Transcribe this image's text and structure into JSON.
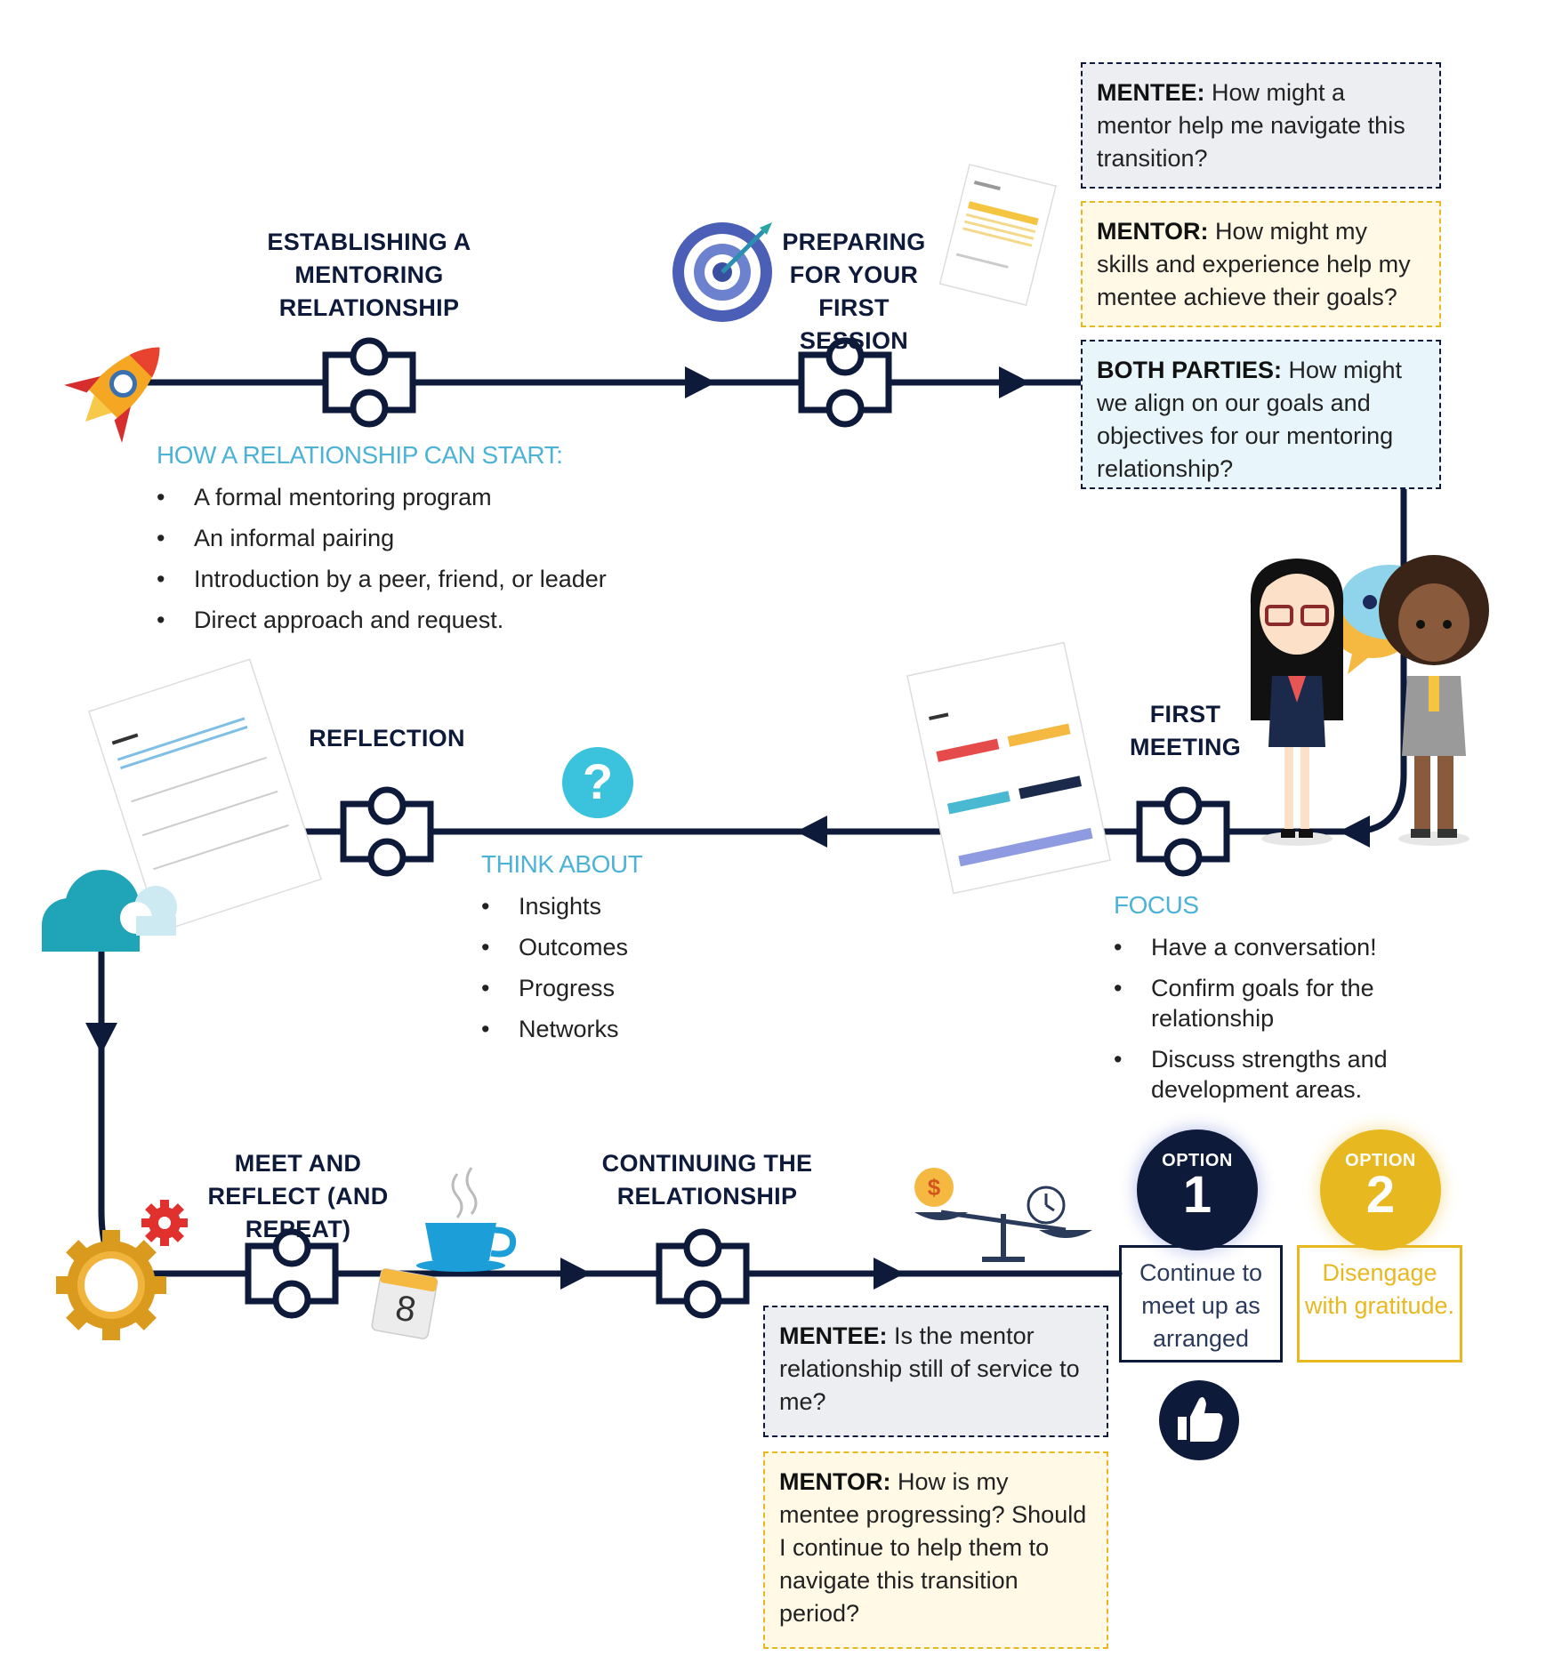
{
  "steps": {
    "establishing": "ESTABLISHING A MENTORING RELATIONSHIP",
    "preparing": "PREPARING FOR YOUR FIRST SESSION",
    "first_meeting": "FIRST MEETING",
    "reflection": "REFLECTION",
    "meet_reflect": "MEET AND REFLECT (AND REPEAT)",
    "continuing": "CONTINUING THE RELATIONSHIP"
  },
  "start_section": {
    "title": "HOW A RELATIONSHIP CAN START:",
    "items": [
      "A formal mentoring program",
      "An informal pairing",
      "Introduction by a peer, friend, or leader",
      "Direct approach and request."
    ]
  },
  "questions_top": {
    "mentee_label": "MENTEE:",
    "mentee_text": "How might a mentor help me  navigate this transition?",
    "mentor_label": "MENTOR:",
    "mentor_text": "How might my skills and experience help my mentee achieve their goals?",
    "both_label": "BOTH PARTIES:",
    "both_text": "How might we align on our goals and objectives for our mentoring relationship?"
  },
  "think_about": {
    "title": "THINK ABOUT",
    "items": [
      "Insights",
      "Outcomes",
      "Progress",
      "Networks"
    ]
  },
  "focus": {
    "title": "FOCUS",
    "items": [
      "Have a conversation!",
      "Confirm goals for the relationship",
      "Discuss strengths and development areas."
    ]
  },
  "questions_bottom": {
    "mentee_label": "MENTEE:",
    "mentee_text": "Is the mentor relationship still of service to me?",
    "mentor_label": "MENTOR:",
    "mentor_text": "How is my mentee progressing? Should I continue to help them to navigate this transition period?"
  },
  "options": {
    "option1_label": "OPTION",
    "option1_number": "1",
    "option1_text": "Continue to meet up as arranged",
    "option2_label": "OPTION",
    "option2_number": "2",
    "option2_text": "Disengage with gratitude."
  },
  "calendar_day": "8",
  "colors": {
    "navy": "#0e1a3a",
    "light_blue": "#4db3d6",
    "gold": "#e8b820",
    "option2_text": "#e8b820"
  },
  "icons": [
    "rocket-icon",
    "target-icon",
    "chat-bubbles-icon",
    "question-icon",
    "cloud-icon",
    "gear-icon",
    "coffee-cup-icon",
    "calendar-icon",
    "balance-scale-icon",
    "thumbs-up-icon"
  ]
}
